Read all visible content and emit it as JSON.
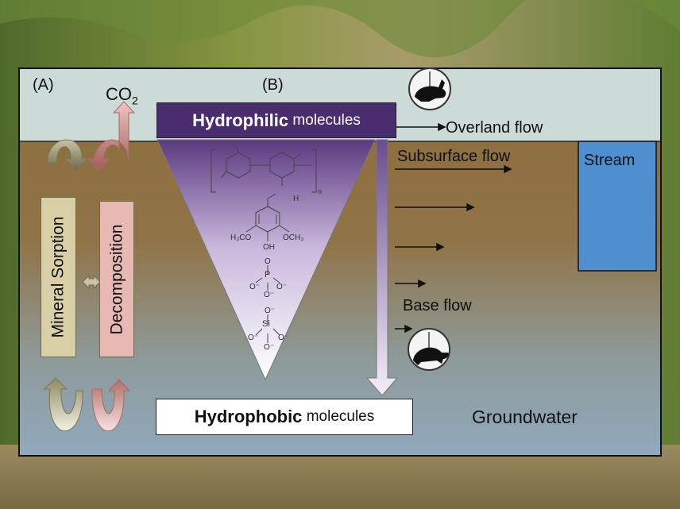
{
  "labels": {
    "panel_a": "(A)",
    "panel_b": "(B)",
    "co2": "CO",
    "co2_sub": "2",
    "hydrophilic_bold": "Hydrophilic",
    "hydrophilic_rest": " molecules",
    "hydrophobic_bold": "Hydrophobic",
    "hydrophobic_rest": " molecules",
    "overland_flow": "Overland flow",
    "subsurface_flow": "Subsurface flow",
    "base_flow": "Base flow",
    "stream": "Stream",
    "groundwater": "Groundwater",
    "mineral_sorption": "Mineral Sorption",
    "decomposition": "Decomposition"
  },
  "chemistry": {
    "aldehyde_h": "H",
    "methoxy_left": "H₃CO",
    "methoxy_right": "OCH₃",
    "hydroxyl": "OH",
    "phosphate_p": "P",
    "silicate_si": "Si",
    "oxygen": "O",
    "oxide": "O⁻",
    "cellulose_n": "n"
  },
  "icons": {
    "fast": "rabbit-clock-icon",
    "slow": "turtle-clock-icon"
  },
  "colors": {
    "sky_band": "#cddbd8",
    "soil_top": "#8e6d3e",
    "groundwater": "#8ea7bb",
    "stream": "#4f8fd0",
    "hydrophilic_box": "#4a2d6e",
    "mineral_box": "#d8cfa6",
    "decomposition_box": "#e8b8b3",
    "co2_arrow": "#e89a94"
  }
}
